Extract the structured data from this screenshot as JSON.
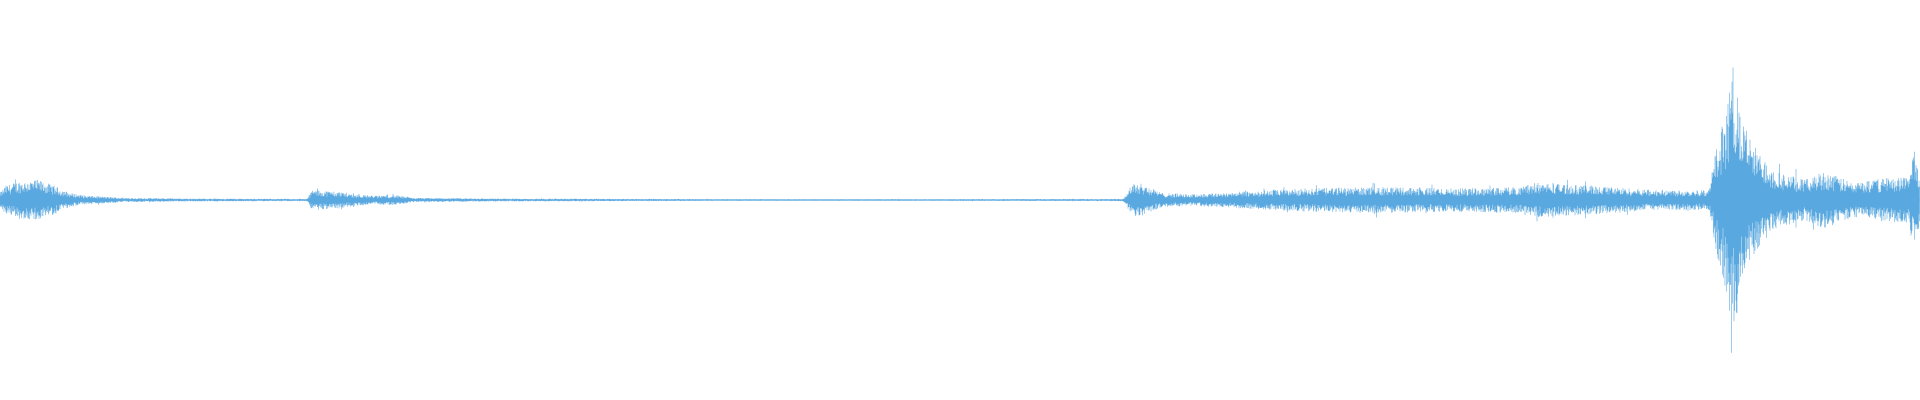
{
  "waveform": {
    "color": "#5aa8e0",
    "background": "#ffffff",
    "amplitude_envelope": [
      [
        0.0,
        0.05
      ],
      [
        0.003,
        0.1
      ],
      [
        0.01,
        0.13
      ],
      [
        0.02,
        0.14
      ],
      [
        0.028,
        0.1
      ],
      [
        0.036,
        0.05
      ],
      [
        0.045,
        0.03
      ],
      [
        0.065,
        0.015
      ],
      [
        0.1,
        0.01
      ],
      [
        0.15,
        0.008
      ],
      [
        0.16,
        0.008
      ],
      [
        0.1625,
        0.07
      ],
      [
        0.175,
        0.06
      ],
      [
        0.185,
        0.04
      ],
      [
        0.195,
        0.03
      ],
      [
        0.205,
        0.035
      ],
      [
        0.215,
        0.015
      ],
      [
        0.26,
        0.01
      ],
      [
        0.32,
        0.008
      ],
      [
        0.4,
        0.006
      ],
      [
        0.48,
        0.006
      ],
      [
        0.54,
        0.007
      ],
      [
        0.585,
        0.008
      ],
      [
        0.5905,
        0.13
      ],
      [
        0.597,
        0.1
      ],
      [
        0.605,
        0.05
      ],
      [
        0.62,
        0.04
      ],
      [
        0.65,
        0.06
      ],
      [
        0.68,
        0.08
      ],
      [
        0.72,
        0.09
      ],
      [
        0.76,
        0.08
      ],
      [
        0.79,
        0.09
      ],
      [
        0.8,
        0.12
      ],
      [
        0.83,
        0.1
      ],
      [
        0.86,
        0.07
      ],
      [
        0.89,
        0.07
      ],
      [
        0.8945,
        0.4
      ],
      [
        0.899,
        0.62
      ],
      [
        0.903,
        0.95
      ],
      [
        0.907,
        0.55
      ],
      [
        0.915,
        0.35
      ],
      [
        0.925,
        0.2
      ],
      [
        0.94,
        0.14
      ],
      [
        0.95,
        0.2
      ],
      [
        0.965,
        0.12
      ],
      [
        0.98,
        0.15
      ],
      [
        0.994,
        0.17
      ],
      [
        0.997,
        0.35
      ],
      [
        1.0,
        0.18
      ]
    ]
  }
}
